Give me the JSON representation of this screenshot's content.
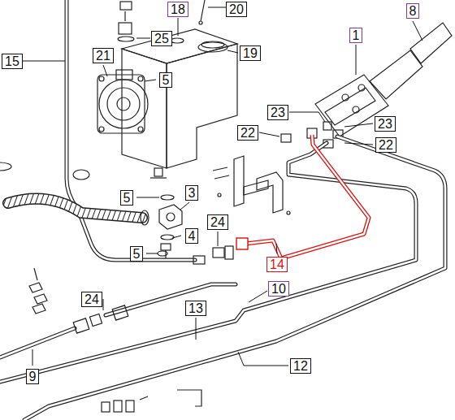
{
  "diagram": {
    "nodes": [
      {
        "text": [
          "18"
        ]
      },
      {
        "text": [
          "20"
        ]
      },
      {
        "text": [
          "8"
        ]
      },
      {
        "text": [
          "1"
        ]
      },
      {
        "text": [
          "25"
        ]
      },
      {
        "text": [
          "21"
        ]
      },
      {
        "text": [
          "19"
        ]
      },
      {
        "text": [
          "15"
        ]
      },
      {
        "text": [
          "5"
        ]
      },
      {
        "text": [
          "23"
        ]
      },
      {
        "text": [
          "23"
        ]
      },
      {
        "text": [
          "22"
        ]
      },
      {
        "text": [
          "22"
        ]
      },
      {
        "text": [
          "3"
        ]
      },
      {
        "text": [
          "5"
        ]
      },
      {
        "text": [
          "24"
        ]
      },
      {
        "text": [
          "4"
        ]
      },
      {
        "text": [
          "5"
        ]
      },
      {
        "text": [
          "14"
        ]
      },
      {
        "text": [
          "10"
        ]
      },
      {
        "text": [
          "24"
        ]
      },
      {
        "text": [
          "13"
        ]
      },
      {
        "text": [
          "12"
        ]
      },
      {
        "text": [
          "9"
        ]
      }
    ]
  }
}
